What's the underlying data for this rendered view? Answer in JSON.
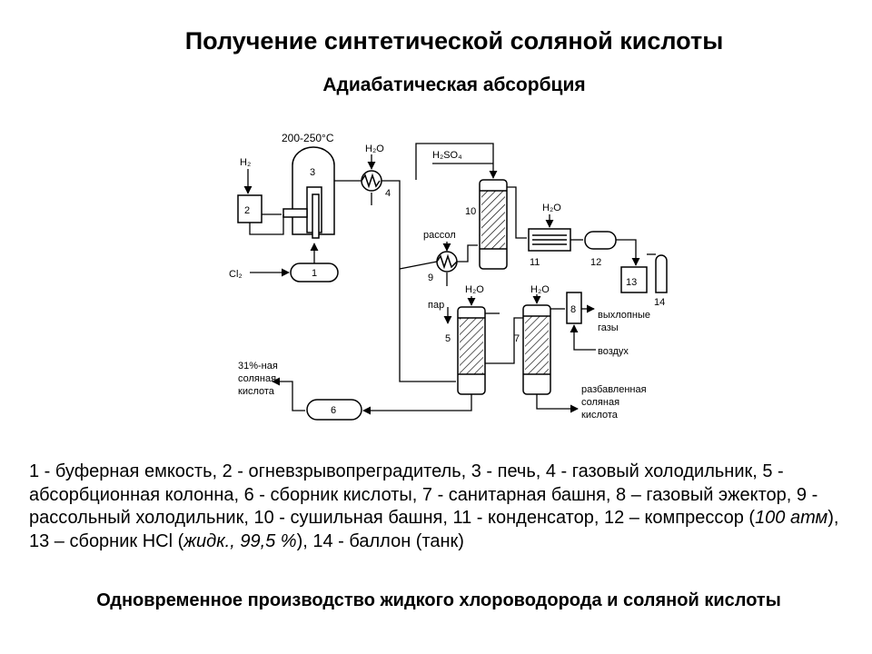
{
  "title": "Получение синтетической соляной кислоты",
  "subtitle": "Адиабатическая абсорбция",
  "diagram": {
    "labels": {
      "temp": "200-250°C",
      "h2": "H₂",
      "cl2": "Cl₂",
      "h2o": "H₂O",
      "h2so4": "H₂SO₄",
      "rassol": "рассол",
      "par": "пар",
      "exhaust_1": "выхлопные",
      "exhaust_2": "газы",
      "air": "воздух",
      "product_acid_1": "31%-ная",
      "product_acid_2": "соляная",
      "product_acid_3": "кислота",
      "dilute_acid_1": "разбавленная",
      "dilute_acid_2": "соляная",
      "dilute_acid_3": "кислота"
    },
    "numbers": [
      "1",
      "2",
      "3",
      "4",
      "5",
      "6",
      "7",
      "8",
      "9",
      "10",
      "11",
      "12",
      "13",
      "14"
    ]
  },
  "legend": {
    "part1": "1 - буферная емкость, 2 - огневзрывопреградитель, 3 - печь, 4 - газовый холодильник, 5 - абсорбционная колонна, 6 - сборник кислоты, 7 - санитарная башня, 8 – газовый эжектор, 9 - рассольный холодильник, 10 - сушильная башня, 11 - конденсатор, 12 – компрессор (",
    "pressure": "100 атм",
    "part2": "), 13 – сборник HCl (",
    "purity": "жидк., 99,5 %",
    "part3": "), 14 - баллон (танк)"
  },
  "bottom_note": "Одновременное производство жидкого хлороводорода и соляной кислоты"
}
